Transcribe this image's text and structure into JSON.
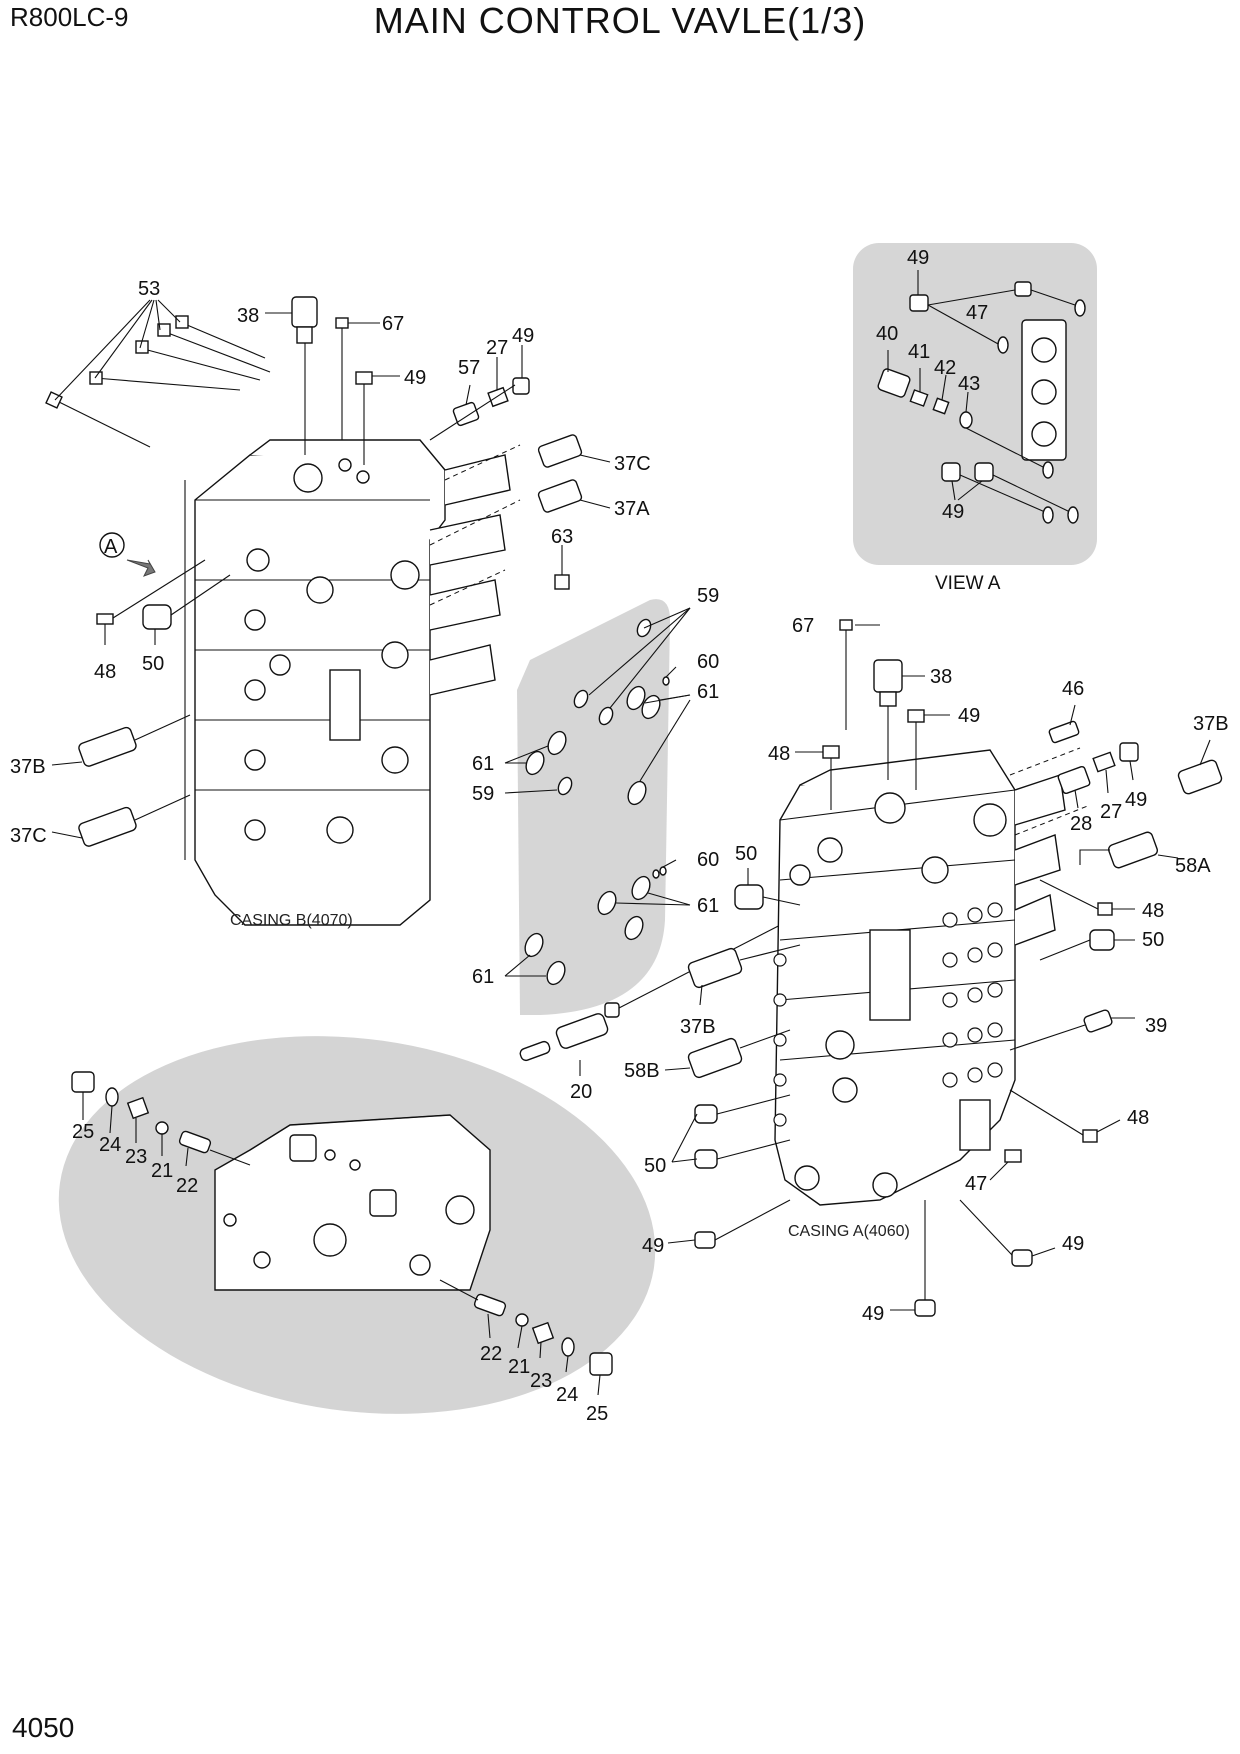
{
  "header": {
    "model": "R800LC-9",
    "title": "MAIN CONTROL VAVLE(1/3)"
  },
  "footer": {
    "page_number": "4050"
  },
  "view_a": {
    "caption": "VIEW A",
    "marker": "A"
  },
  "casings": {
    "b": "CASING B(4070)",
    "a": "CASING A(4060)"
  },
  "callouts": {
    "c53": "53",
    "c38l": "38",
    "c67l": "67",
    "c49l1": "49",
    "c57": "57",
    "c27l": "27",
    "c49l2": "49",
    "c37cr": "37C",
    "c37ar": "37A",
    "c63": "63",
    "c48l": "48",
    "c50l": "50",
    "c37bl": "37B",
    "c37cl": "37C",
    "c49va": "49",
    "c47va": "47",
    "c40": "40",
    "c41": "41",
    "c42": "42",
    "c43": "43",
    "c49vb": "49",
    "c59a": "59",
    "c60a": "60",
    "c61a": "61",
    "c61b": "61",
    "c59b": "59",
    "c60b": "60",
    "c61c": "61",
    "c61d": "61",
    "c20": "20",
    "c67r": "67",
    "c38r": "38",
    "c49r1": "49",
    "c46": "46",
    "c48r1": "48",
    "c37br": "37B",
    "c28": "28",
    "c27r": "27",
    "c49r2": "49",
    "c58a": "58A",
    "c50r1": "50",
    "c48r2": "48",
    "c50r2": "50",
    "c37bm": "37B",
    "c58b": "58B",
    "c39": "39",
    "c48r3": "48",
    "c50r3": "50",
    "c47r": "47",
    "c49b1": "49",
    "c49b2": "49",
    "c49b3": "49",
    "e25a": "25",
    "e24a": "24",
    "e23a": "23",
    "e21a": "21",
    "e22a": "22",
    "e22b": "22",
    "e21b": "21",
    "e23b": "23",
    "e24b": "24",
    "e25b": "25"
  },
  "colors": {
    "shade": "#d9d9d9",
    "line": "#111111",
    "panel": "#d6d6d6"
  }
}
